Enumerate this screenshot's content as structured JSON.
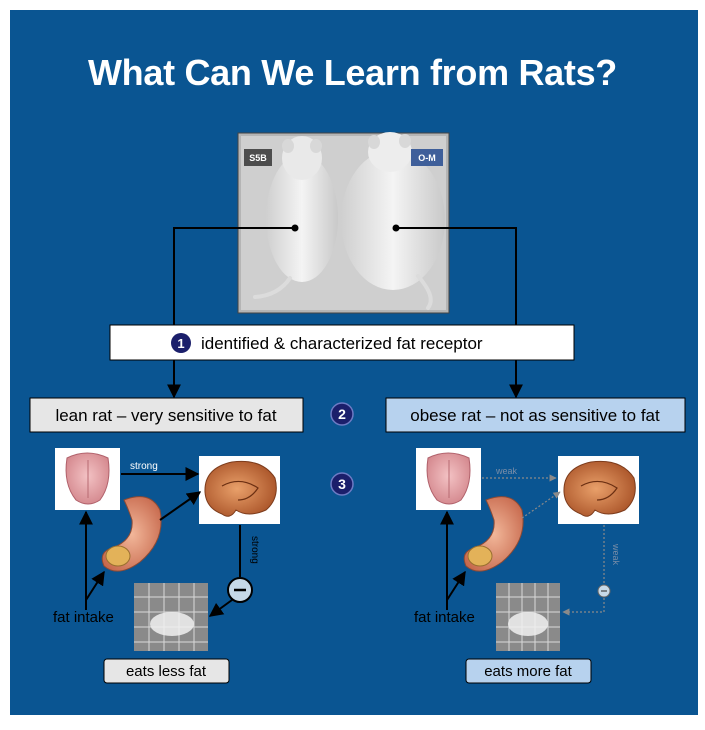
{
  "title": "What Can We Learn from Rats?",
  "photo": {
    "left_tag": "S5B",
    "right_tag": "O-M"
  },
  "steps": {
    "one": {
      "number": "1",
      "label": "identified & characterized fat receptor"
    },
    "two": {
      "number": "2"
    },
    "three": {
      "number": "3"
    }
  },
  "lean": {
    "header": "lean rat – very sensitive to fat",
    "tongue_to_brain": "strong",
    "brain_to_inhibit": "strong",
    "intake_label": "fat intake",
    "outcome": "eats less fat"
  },
  "obese": {
    "header": "obese rat – not as sensitive to fat",
    "tongue_to_brain": "weak",
    "brain_to_inhibit": "weak",
    "intake_label": "fat intake",
    "outcome": "eats more fat"
  },
  "colors": {
    "background": "#0a5592",
    "lean_box": "#e6e6e6",
    "obese_box": "#b7d2ee",
    "step_badge": "#1b1f6b",
    "title_text": "#ffffff"
  }
}
